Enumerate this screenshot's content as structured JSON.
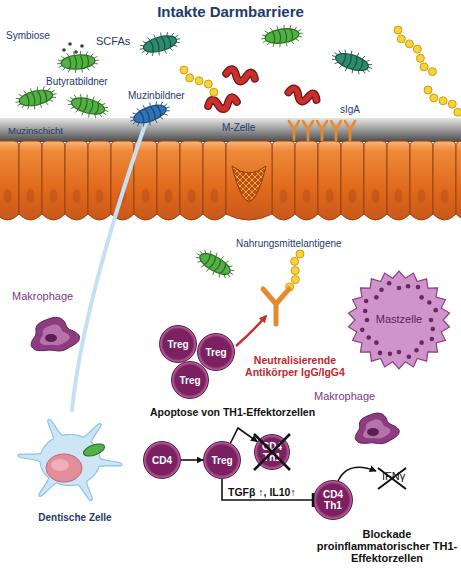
{
  "diagram": {
    "title": "Intakte Darmbarriere",
    "nodes": [
      {
        "text": [
          "Makrophage"
        ]
      },
      {
        "text": [
          "Treg"
        ]
      },
      {
        "text": [
          "Treg"
        ]
      },
      {
        "text": [
          "Treg"
        ]
      },
      {
        "text": [
          "Mastzelle"
        ]
      },
      {
        "text": [
          "Makrophage"
        ]
      },
      {
        "text": [
          "Dentische Zelle"
        ]
      },
      {
        "text": [
          "CD4"
        ]
      },
      {
        "text": [
          "Treg"
        ]
      },
      {
        "text": [
          "CD4 Th1"
        ]
      },
      {
        "text": [
          "CD4 Th1"
        ]
      }
    ],
    "edges": [
      {
        "from": 7,
        "to": 8,
        "arrow": "to"
      },
      {
        "from": 8,
        "to": 9,
        "label": "Apoptose von TH1-Effektorzellen",
        "arrow": "to"
      },
      {
        "from": 8,
        "to": 10,
        "label": "TGFβ ↑, IL10↑",
        "arrow": "to"
      }
    ],
    "labels": [
      "Symbiose",
      "SCFAs",
      "Butyratbildner",
      "Muzinbildner",
      "Muzinschicht",
      "M-Zelle",
      "sIgA",
      "Nahrungsmittelantigene",
      "Neutralisierende Antikörper IgG/IgG4",
      "IFNγ",
      "Blockade proinflammatorischer TH1-Effektorzellen"
    ]
  }
}
